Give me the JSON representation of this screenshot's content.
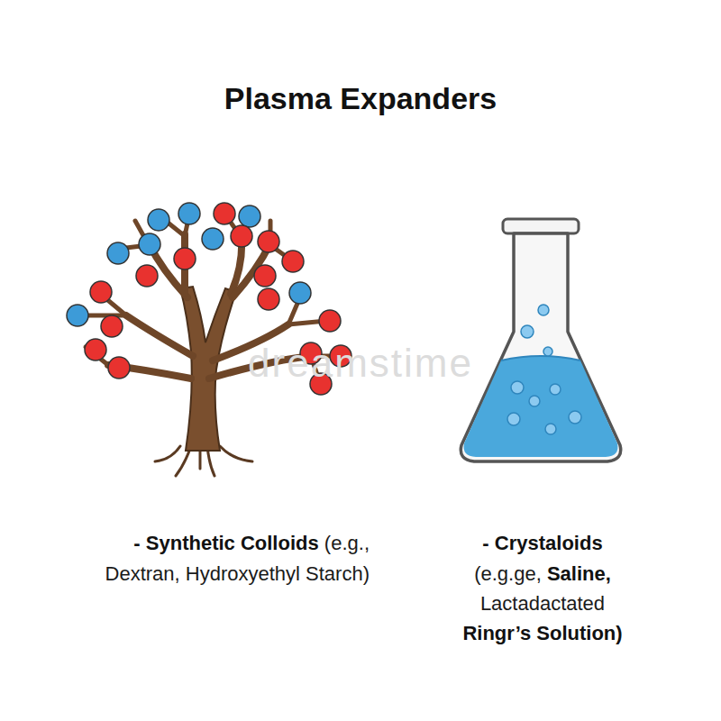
{
  "diagram": {
    "title": "Plasma Expanders",
    "labels": [
      "- Synthetic Colloids",
      "(e.g.,",
      "Dextran, Hydroxyethyl Starch)",
      "- Crystaloids",
      "(e.g.ge,",
      "Saline,",
      "Lactadactated",
      "Ringr’s Solution)",
      "dreamstime"
    ]
  }
}
